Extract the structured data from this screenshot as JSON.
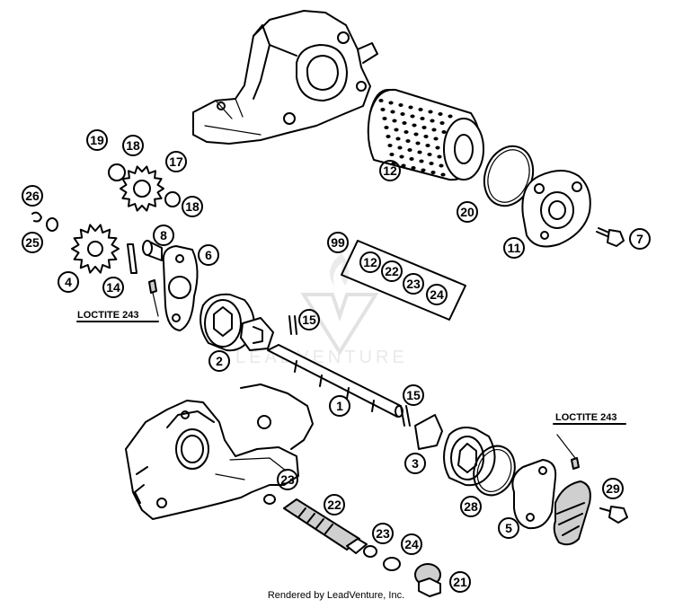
{
  "callouts": {
    "c1": "1",
    "c2": "2",
    "c3": "3",
    "c4": "4",
    "c5": "5",
    "c6": "6",
    "c7": "7",
    "c8": "8",
    "c11": "11",
    "c12a": "12",
    "c12b": "12",
    "c14": "14",
    "c15a": "15",
    "c15b": "15",
    "c17": "17",
    "c18a": "18",
    "c18b": "18",
    "c19": "19",
    "c20": "20",
    "c21": "21",
    "c22a": "22",
    "c22b": "22",
    "c23a": "23",
    "c23b": "23",
    "c23c": "23",
    "c24a": "24",
    "c24b": "24",
    "c25": "25",
    "c26": "26",
    "c28": "28",
    "c29": "29",
    "c99": "99"
  },
  "notes": {
    "loctite_left": "LOCTITE 243",
    "loctite_right": "LOCTITE 243"
  },
  "watermark": "LEADVENTURE",
  "footer": "Rendered by LeadVenture, Inc."
}
